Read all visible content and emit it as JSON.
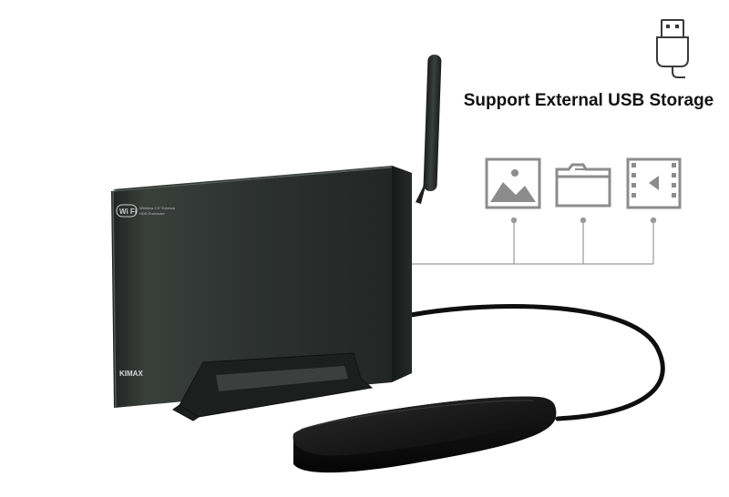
{
  "headline": "Support External USB Storage",
  "device": {
    "brand": "KIMAX",
    "logo_text": "Wi Fi",
    "panel_line_1": "Wireless 2.5\" External",
    "panel_line_2": "HDD Enclosure"
  },
  "icons": [
    "usb-plug-icon",
    "picture-icon",
    "folder-icon",
    "video-icon"
  ],
  "colors": {
    "icon_gray": "#8c8c8c",
    "line_gray": "#9a9a9a",
    "enclosure": "#2c302e",
    "drive": "#1b1b1b",
    "text": "#111111"
  }
}
